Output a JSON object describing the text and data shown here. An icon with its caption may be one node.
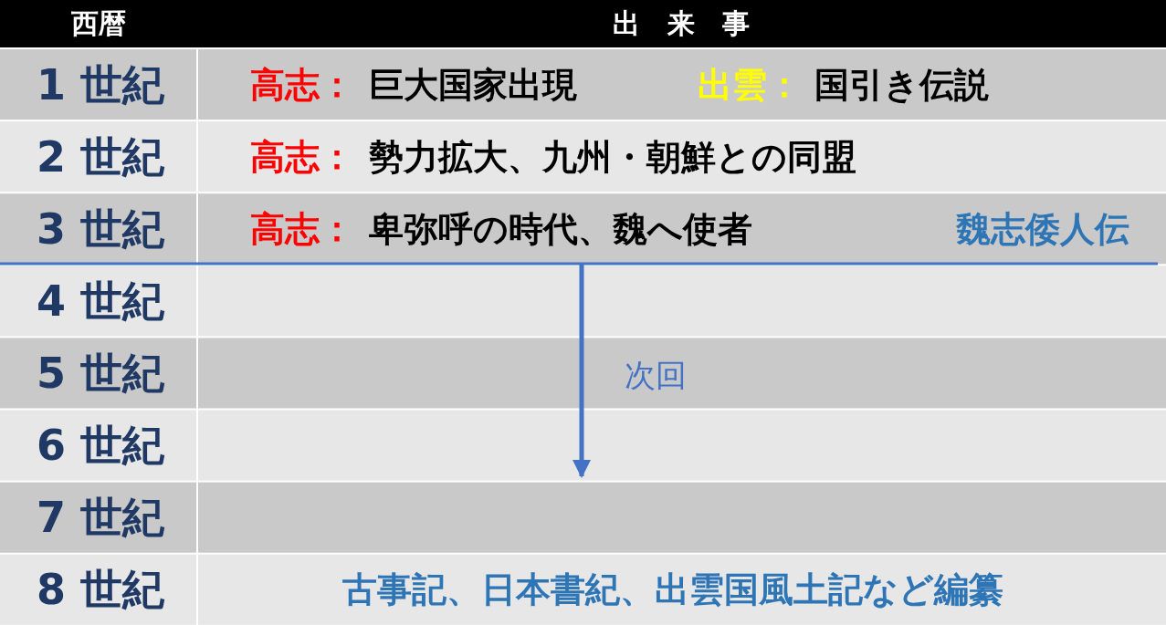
{
  "diagram": {
    "labels": [
      "西暦",
      "出　来　事",
      "1 世紀",
      "高志：",
      "巨大国家出現",
      "出雲：",
      "国引き伝説",
      "2 世紀",
      "高志：",
      "勢力拡大、九州・朝鮮との同盟",
      "3 世紀",
      "高志：",
      "卑弥呼の時代、魏へ使者",
      "魏志倭人伝",
      "4 世紀",
      "5 世紀",
      "次回",
      "6 世紀",
      "7 世紀",
      "8 世紀",
      "古事記、日本書紀、出雲国風土記など編纂"
    ]
  }
}
